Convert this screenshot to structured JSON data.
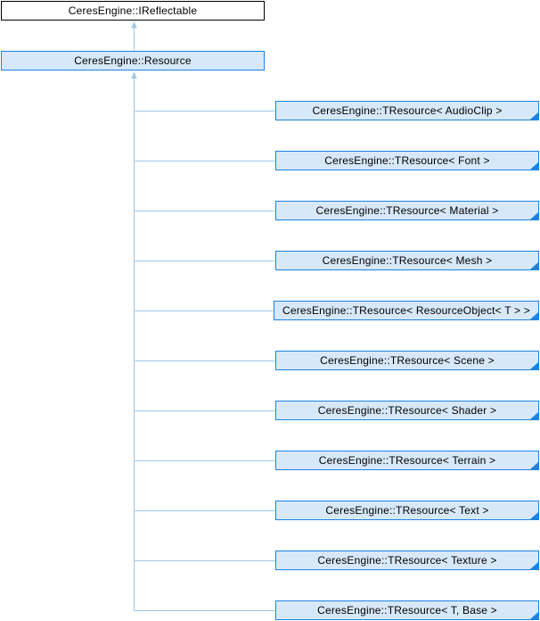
{
  "diagram": {
    "root": {
      "label": "CeresEngine::IReflectable"
    },
    "base": {
      "label": "CeresEngine::Resource"
    },
    "derived": [
      {
        "label": "CeresEngine::TResource< AudioClip >"
      },
      {
        "label": "CeresEngine::TResource< Font >"
      },
      {
        "label": "CeresEngine::TResource< Material >"
      },
      {
        "label": "CeresEngine::TResource< Mesh >"
      },
      {
        "label": "CeresEngine::TResource< ResourceObject< T > >"
      },
      {
        "label": "CeresEngine::TResource< Scene >"
      },
      {
        "label": "CeresEngine::TResource< Shader >"
      },
      {
        "label": "CeresEngine::TResource< Terrain >"
      },
      {
        "label": "CeresEngine::TResource< Text >"
      },
      {
        "label": "CeresEngine::TResource< Texture >"
      },
      {
        "label": "CeresEngine::TResource< T, Base >"
      }
    ]
  },
  "icons": {
    "folded_corner": "css-triangle-bottom-right",
    "inheritance_arrow": "triangle-up"
  },
  "colors": {
    "background": "#ffffff",
    "root_fill": "#ffffff",
    "root_border": "#000000",
    "node_fill": "#d7e8f9",
    "node_border": "#1b83e2",
    "edge_line": "#a3c7e5",
    "text": "#000000"
  }
}
